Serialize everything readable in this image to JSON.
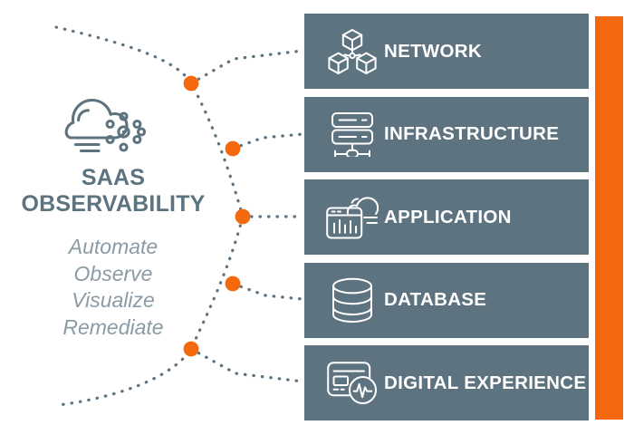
{
  "brand": {
    "icon": "cloud-observability-icon",
    "title_line1": "SAAS",
    "title_line2": "OBSERVABILITY",
    "taglines": [
      "Automate",
      "Observe",
      "Visualize",
      "Remediate"
    ]
  },
  "colors": {
    "bar_gray": "#5d7380",
    "accent_orange": "#f4690d",
    "background": "#ffffff",
    "label_white": "#ffffff",
    "tagline_gray": "#8b9ba5",
    "dotted_line": "#5d7380"
  },
  "pillars": [
    {
      "label": "NETWORK",
      "icon": "network-nodes-icon"
    },
    {
      "label": "INFRASTRUCTURE",
      "icon": "server-rack-icon"
    },
    {
      "label": "APPLICATION",
      "icon": "app-window-chart-cloud-icon"
    },
    {
      "label": "DATABASE",
      "icon": "database-cylinder-icon"
    },
    {
      "label": "DIGITAL EXPERIENCE",
      "icon": "dashboard-pulse-icon"
    }
  ],
  "connector": {
    "node_count": 5,
    "node_color": "#f4690d",
    "style": "dotted-arc"
  }
}
